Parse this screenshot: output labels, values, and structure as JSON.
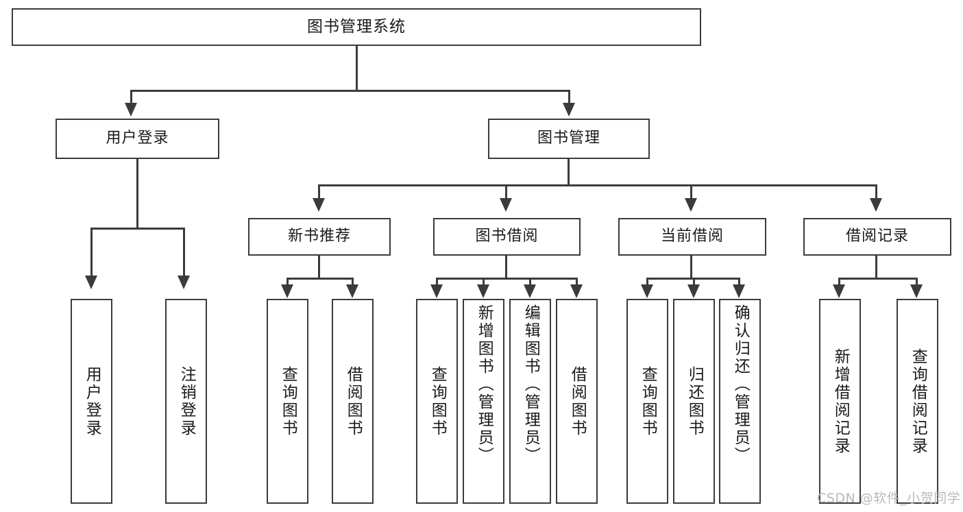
{
  "diagram": {
    "type": "tree-hierarchy",
    "title": "图书管理系统",
    "root": {
      "label": "图书管理系统",
      "level": 0
    },
    "level1": [
      {
        "label": "用户登录"
      },
      {
        "label": "图书管理"
      }
    ],
    "level2": [
      {
        "label": "新书推荐",
        "parent": "图书管理"
      },
      {
        "label": "图书借阅",
        "parent": "图书管理"
      },
      {
        "label": "当前借阅",
        "parent": "图书管理"
      },
      {
        "label": "借阅记录",
        "parent": "图书管理"
      }
    ],
    "leaves": {
      "user_login": [
        {
          "label": "用户登录"
        },
        {
          "label": "注销登录"
        }
      ],
      "new_book_recommend": [
        {
          "label": "查询图书"
        },
        {
          "label": "借阅图书"
        }
      ],
      "book_borrow": [
        {
          "label": "查询图书"
        },
        {
          "label": "新增图书（管理员）"
        },
        {
          "label": "编辑图书（管理员）"
        },
        {
          "label": "借阅图书"
        }
      ],
      "current_borrow": [
        {
          "label": "查询图书"
        },
        {
          "label": "归还图书"
        },
        {
          "label": "确认归还（管理员）"
        }
      ],
      "borrow_record": [
        {
          "label": "新增借阅记录"
        },
        {
          "label": "查询借阅记录"
        }
      ]
    }
  },
  "watermark": {
    "text": "CSDN @软件_小贺同学"
  },
  "colors": {
    "border": "#3b3b3b",
    "background": "#ffffff",
    "text": "#1a1a1a",
    "watermark": "#b9b9b9"
  }
}
